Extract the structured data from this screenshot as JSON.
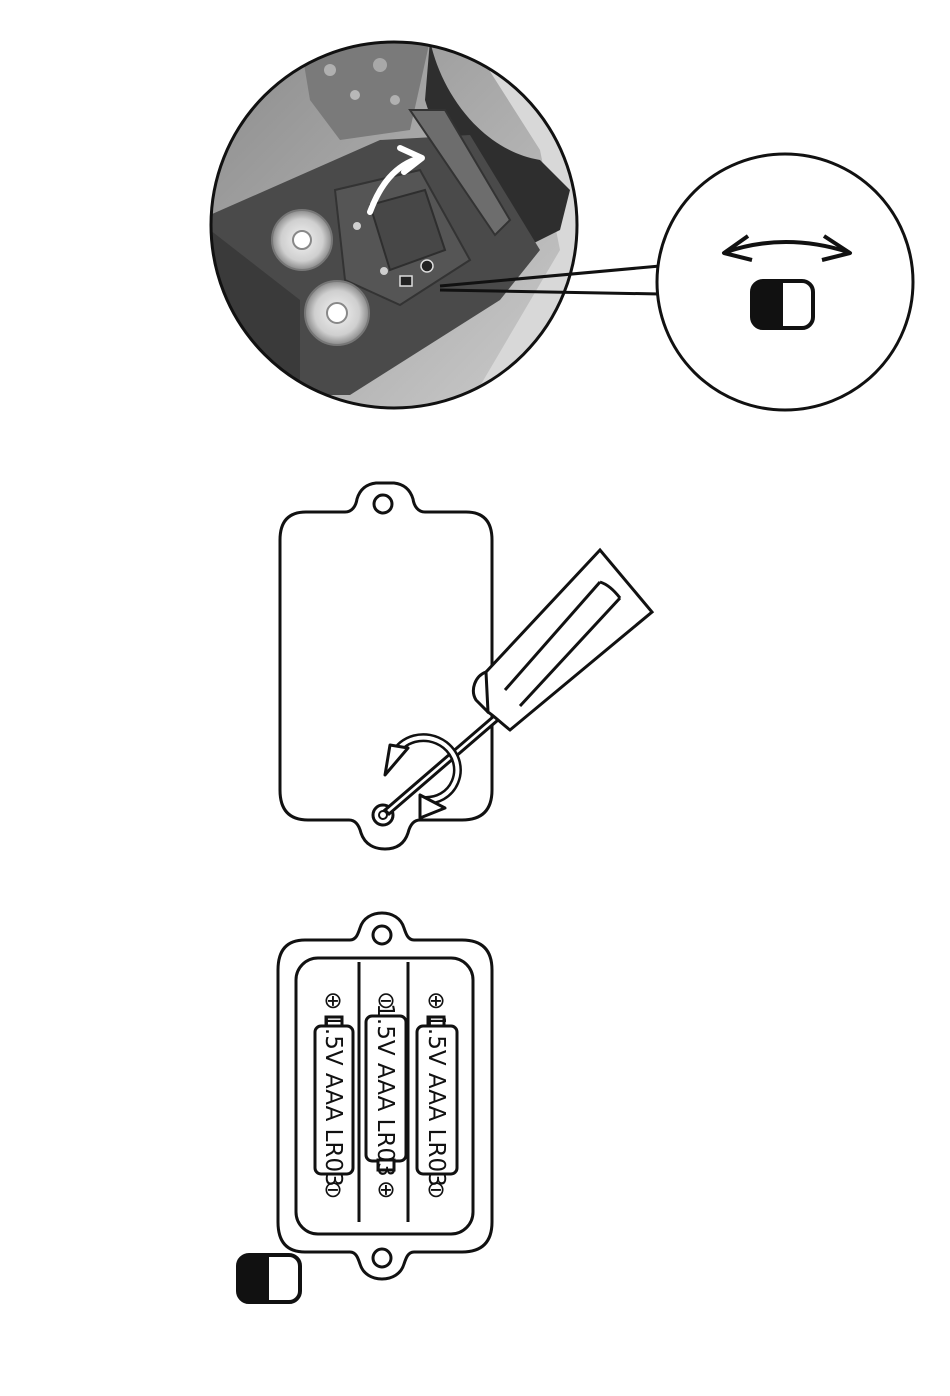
{
  "figure": {
    "step1": {
      "photo_subject": "toy battery compartment lid opened with arrow",
      "zoom_detail": {
        "arrow_icon": "double-headed-curved-arrow-icon",
        "switch_state": "off"
      }
    },
    "step2": {
      "tool_icon": "screwdriver-icon",
      "rotation_icon": "counterclockwise-arrow-icon"
    },
    "step3": {
      "batteries": [
        {
          "label": "1.5V AAA LR03",
          "top_polarity": "⊕",
          "bottom_polarity": "⊖"
        },
        {
          "label": "1.5V AAA LR03",
          "top_polarity": "⊖",
          "bottom_polarity": "⊕"
        },
        {
          "label": "1.5V AAA LR03",
          "top_polarity": "⊕",
          "bottom_polarity": "⊖"
        }
      ],
      "switch_state": "off"
    }
  },
  "colors": {
    "ink": "#111111",
    "photo_dark": "#4a4a4a",
    "photo_light": "#bdbdbd",
    "background": "#ffffff"
  }
}
